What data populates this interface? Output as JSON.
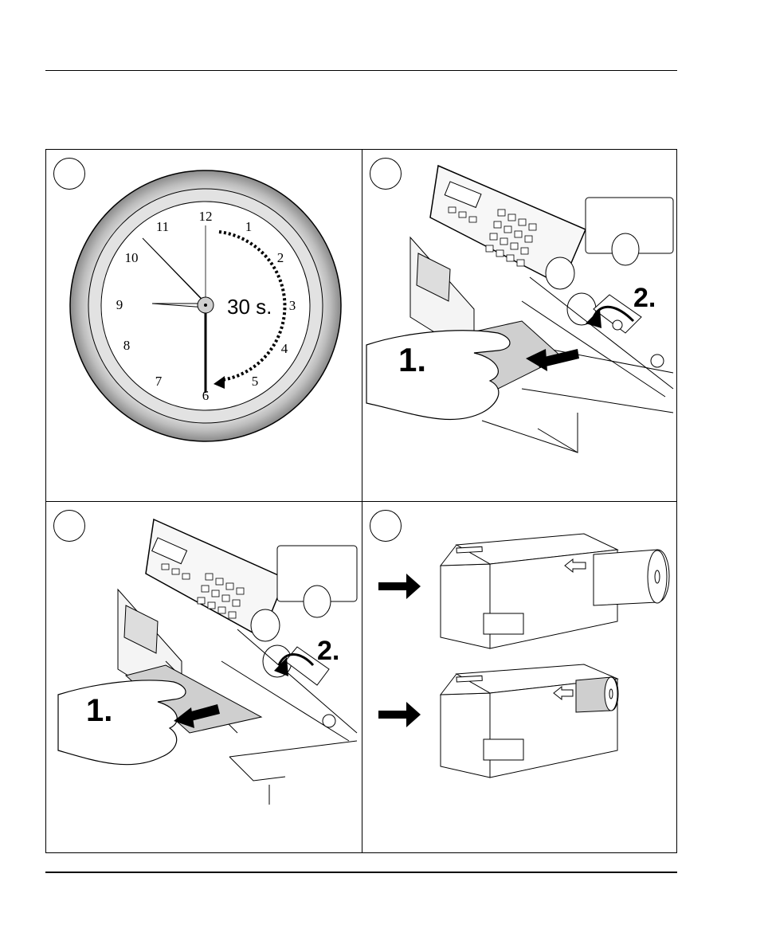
{
  "panels": [
    {
      "id": "wait",
      "clock_numbers": [
        "12",
        "1",
        "2",
        "3",
        "4",
        "5",
        "6",
        "7",
        "8",
        "9",
        "10",
        "11"
      ],
      "wait_label": "30 s."
    },
    {
      "id": "remove-media-rear",
      "step_labels": [
        "1.",
        "2."
      ]
    },
    {
      "id": "remove-media-front",
      "step_labels": [
        "1.",
        "2."
      ]
    },
    {
      "id": "load-media",
      "arrow_icons": [
        "right-arrow-icon",
        "right-arrow-icon"
      ]
    }
  ]
}
